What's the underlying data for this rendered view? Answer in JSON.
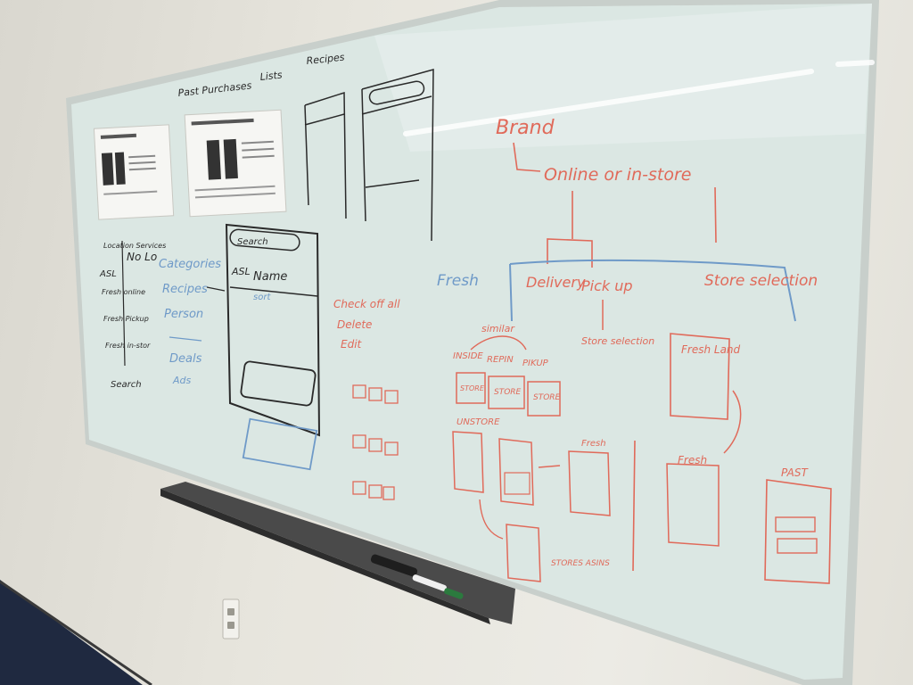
{
  "header": {
    "tabs": [
      "Past Purchases",
      "Lists",
      "Recipes"
    ]
  },
  "left_column": {
    "items": [
      "Location Services",
      "ASL",
      "Fresh online",
      "Fresh Pickup",
      "Fresh in-stor"
    ],
    "footer": "Search",
    "heading": "No Lo"
  },
  "categories": {
    "items": [
      "Categories",
      "Recipes",
      "Person",
      "Deals",
      "Ads"
    ]
  },
  "phone_sketch": {
    "search_label": "Search",
    "list_name": "ASL",
    "name_label": "Name",
    "sort_label": "sort",
    "actions": [
      "Check off all",
      "Delete",
      "Edit"
    ]
  },
  "right_section": {
    "brand": "Brand",
    "channel": "Online or in-store",
    "fresh": "Fresh",
    "delivery": "Delivery",
    "pickup": "Pick up",
    "store_selection_top": "Store selection",
    "store_selection_mid": "Store selection",
    "similar": "similar",
    "store_inside": "INSIDE",
    "store_reprint": "REPIN",
    "store_pickup": "PIKUP",
    "store_tiles": [
      "STORE",
      "STORE",
      "STORE"
    ],
    "unstore": "UNSTORE",
    "fresh_land": "Fresh Land",
    "fresh_label": "Fresh",
    "fresh2_label": "Fresh",
    "past_label": "PAST",
    "stores_asins": "STORES ASINS"
  },
  "colors": {
    "red_marker": "#e06a5a",
    "blue_marker": "#6f9ac8",
    "black_marker": "#2a2a2a",
    "whiteboard": "#dbe7e3"
  }
}
